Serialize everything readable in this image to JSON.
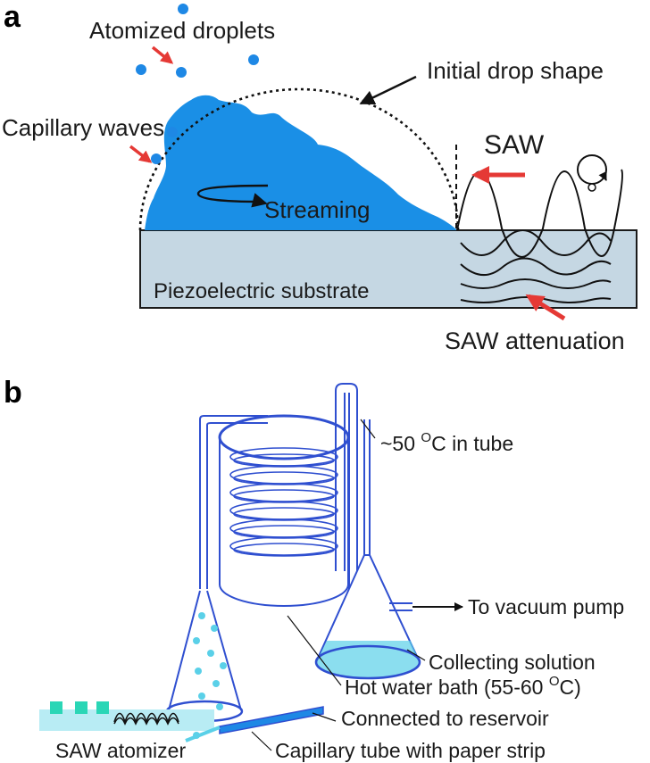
{
  "panel_a": {
    "letter": "a",
    "atomized_droplets": "Atomized droplets",
    "initial_drop_shape": "Initial drop shape",
    "capillary_waves": "Capillary waves",
    "saw": "SAW",
    "streaming": "Streaming",
    "substrate": "Piezoelectric substrate",
    "saw_attenuation": "SAW attenuation"
  },
  "panel_b": {
    "letter": "b",
    "tube_temp_prefix": "~50 ",
    "tube_temp_sup": "O",
    "tube_temp_suffix": "C in tube",
    "vacuum": "To vacuum pump",
    "collecting": "Collecting solution",
    "bath_prefix": "Hot water bath (55-60 ",
    "bath_sup": "O",
    "bath_suffix": "C)",
    "reservoir": "Connected to reservoir",
    "saw_atomizer": "SAW atomizer",
    "capillary_tube": "Capillary tube with paper strip"
  },
  "colors": {
    "droplet": "#1e88e5",
    "liquid": "#1a8fe6",
    "arrow_red": "#e53935",
    "substrate": "#c5d7e3",
    "glass": "#2f4fd0",
    "solution": "#5ad0e8",
    "atomizer_pad": "#2ad6b6"
  }
}
